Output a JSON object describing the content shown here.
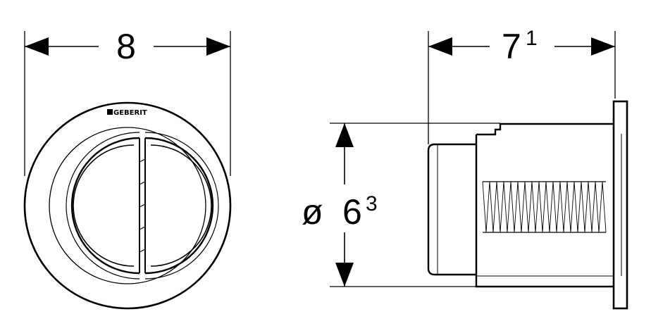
{
  "brand": {
    "name": "GEBERIT",
    "logo_mark": "square-logo-icon"
  },
  "dimensions": {
    "front_width": {
      "value": "8"
    },
    "side_depth": {
      "value": "7",
      "superscript": "1"
    },
    "diameter": {
      "symbol": "ø",
      "value": "6",
      "superscript": "3"
    }
  },
  "colors": {
    "line": "#000000",
    "background": "#ffffff"
  }
}
